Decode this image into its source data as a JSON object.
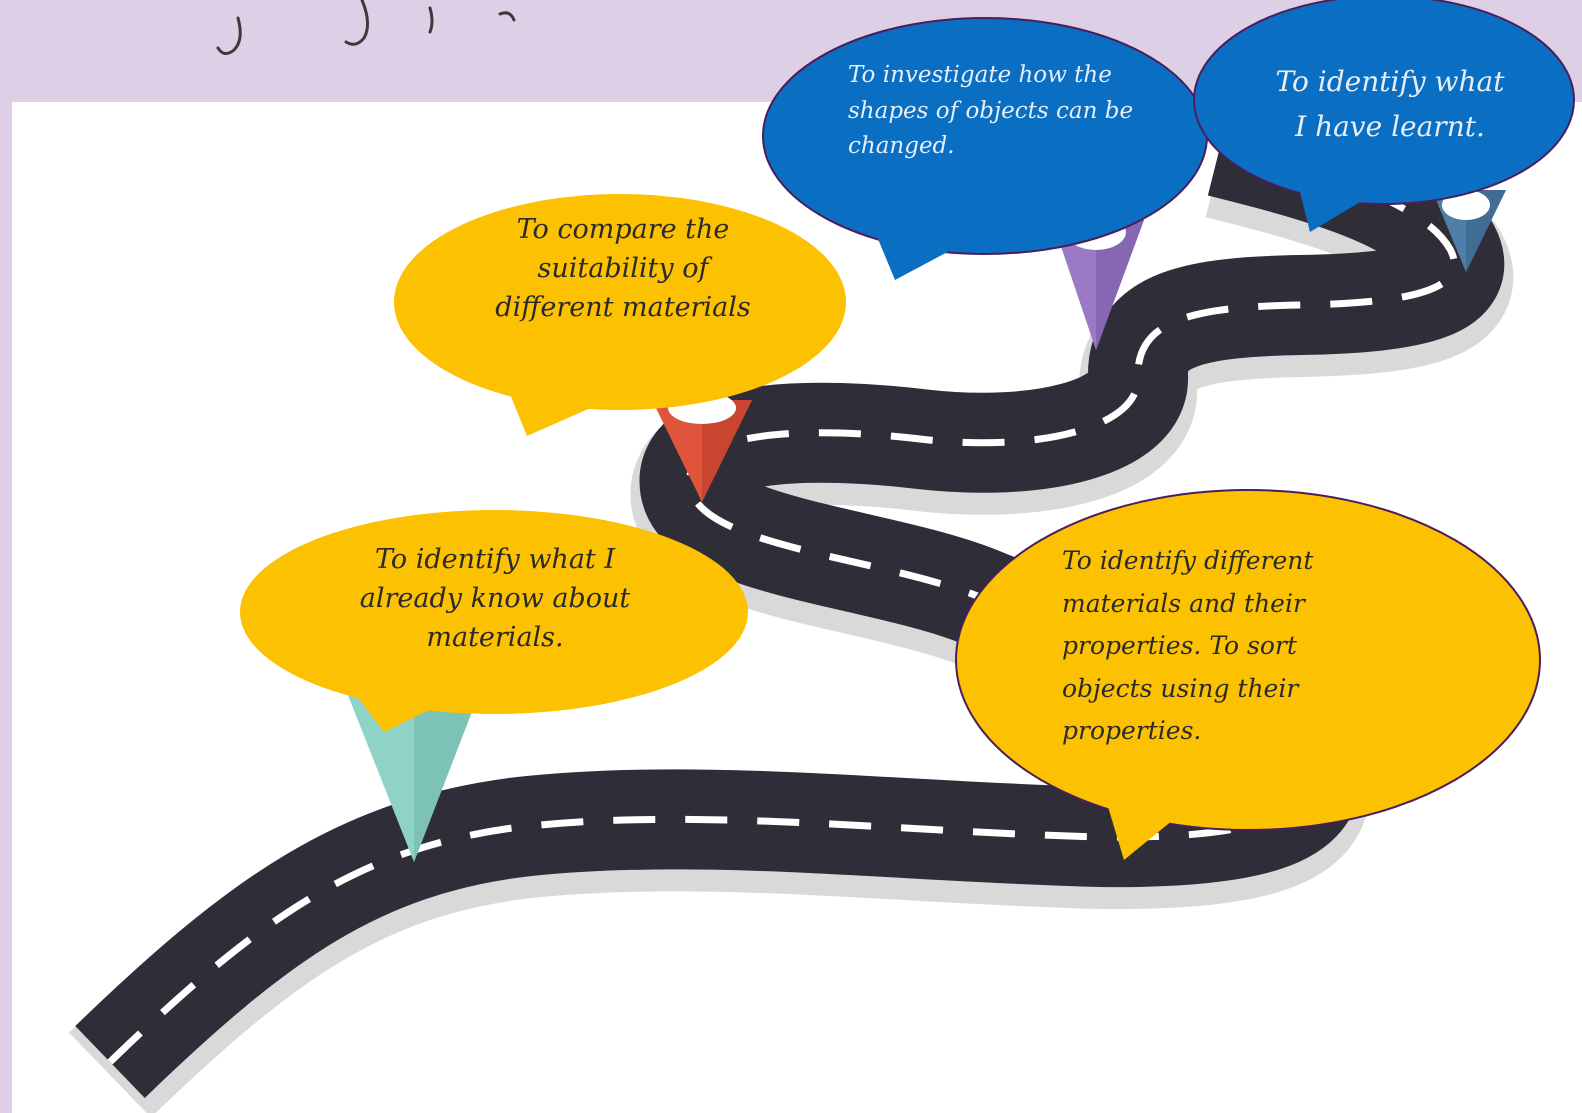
{
  "milestones": [
    {
      "text": "To identify what I already know about materials.",
      "bubble_color": "#fcc100",
      "pin_color": "#8fd3c7"
    },
    {
      "text": "To compare the suitability of different materials",
      "bubble_color": "#fcc100",
      "pin_color": "#e0543b"
    },
    {
      "text": "To identify different materials and their properties. To sort objects using their properties.",
      "bubble_color": "#fcc100",
      "pin_color": "#e7a24b"
    },
    {
      "text": "To investigate how the shapes of objects can be changed.",
      "bubble_color": "#0a6fc2",
      "pin_color": "#9b79c6"
    },
    {
      "text": "To identify what I have learnt.",
      "bubble_color": "#0a6fc2",
      "pin_color": "#4d7fa8"
    }
  ],
  "colors": {
    "background": "#ddd0e6",
    "panel": "#ffffff",
    "road": "#2e2d38",
    "road_edge": "#d9d9d9",
    "lane_marking": "#ffffff",
    "bubble_outline": "#4b1d5a"
  }
}
